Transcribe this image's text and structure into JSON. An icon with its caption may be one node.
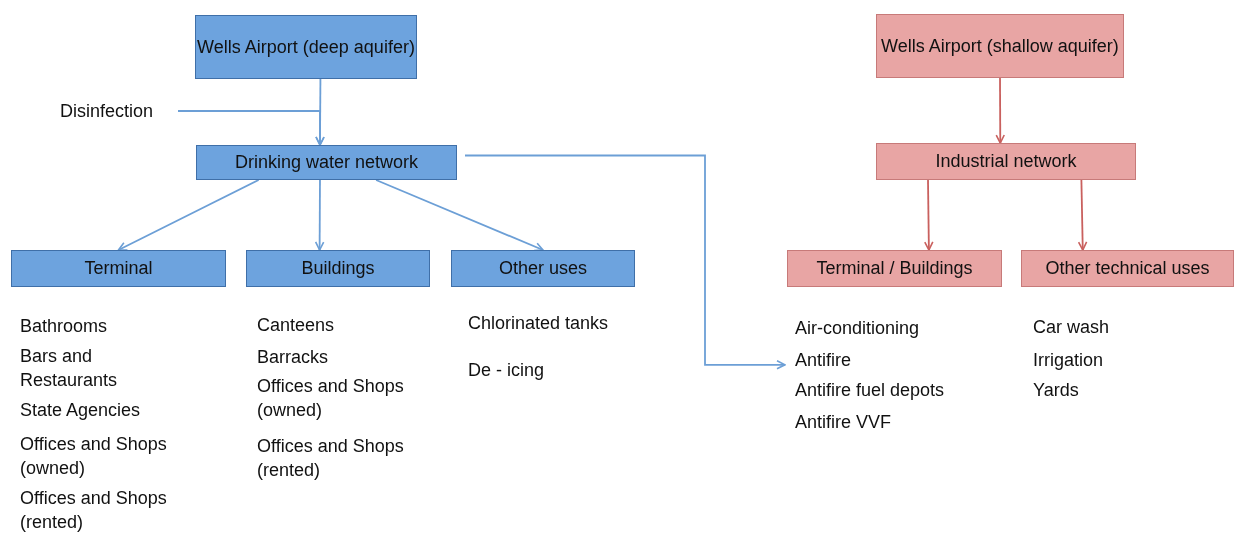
{
  "diagram": {
    "nodes": [
      {
        "text": [
          "Wells Airport (deep aquifer)"
        ]
      },
      {
        "text": [
          "Disinfection"
        ]
      },
      {
        "text": [
          "Drinking water network"
        ]
      },
      {
        "text": [
          "Terminal"
        ],
        "beside": [
          "Bathrooms",
          "Bars and Restaurants",
          "State Agencies",
          "Offices and Shops (owned)",
          "Offices and Shops (rented)"
        ]
      },
      {
        "text": [
          "Buildings"
        ],
        "beside": [
          "Canteens",
          "Barracks",
          "Offices and Shops (owned)",
          "Offices and Shops (rented)"
        ]
      },
      {
        "text": [
          "Other uses"
        ],
        "beside": [
          "Chlorinated tanks",
          "De - icing"
        ]
      },
      {
        "text": [
          "Wells Airport (shallow aquifer)"
        ]
      },
      {
        "text": [
          "Industrial network"
        ]
      },
      {
        "text": [
          "Terminal / Buildings"
        ]
      },
      {
        "text": [
          "Other technical uses"
        ],
        "beside": [
          "Car wash",
          "Irrigation",
          "Yards"
        ]
      },
      {
        "text": [
          "Antifire"
        ]
      }
    ],
    "edges": [
      {
        "from": 0,
        "to": 2,
        "arrow": "to"
      },
      {
        "from": 1,
        "to": 2,
        "arrow": "to"
      },
      {
        "from": 2,
        "to": 3,
        "arrow": "to"
      },
      {
        "from": 2,
        "to": 4,
        "arrow": "to"
      },
      {
        "from": 2,
        "to": 5,
        "arrow": "to"
      },
      {
        "from": 2,
        "to": 10,
        "arrow": "to"
      },
      {
        "from": 6,
        "to": 7,
        "arrow": "to",
        "color": "#c9605e"
      },
      {
        "from": 7,
        "to": 8,
        "arrow": "to",
        "color": "#c9605e"
      },
      {
        "from": 7,
        "to": 9,
        "arrow": "to",
        "color": "#c9605e"
      }
    ],
    "labels": [
      "Air-conditioning",
      "Antifire fuel depots",
      "Antifire VVF"
    ]
  }
}
